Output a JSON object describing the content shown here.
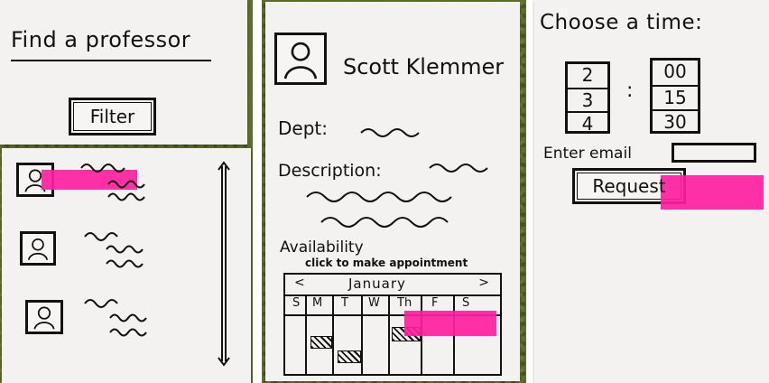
{
  "panels": {
    "find": {
      "title": "Find a professor",
      "filter_button": "Filter",
      "results_count": 3
    },
    "profile": {
      "name": "Scott Klemmer",
      "dept_label": "Dept:",
      "description_label": "Description:",
      "availability_label": "Availability",
      "click_hint": "click to make appointment",
      "calendar": {
        "prev": "<",
        "month": "January",
        "next": ">",
        "days": [
          "S",
          "M",
          "T",
          "W",
          "Th",
          "F",
          "S"
        ]
      }
    },
    "time": {
      "title": "Choose a time:",
      "hours": [
        "2",
        "3",
        "4"
      ],
      "colon": ":",
      "minutes": [
        "00",
        "15",
        "30"
      ],
      "email_label": "Enter email",
      "request_button": "Request"
    }
  },
  "colors": {
    "highlight": "#ff1ea0",
    "paper": "#f4f1f1",
    "background": "#5e6e2c"
  },
  "icons": [
    "person-icon",
    "scroll-arrow-up-icon",
    "scroll-arrow-down-icon"
  ]
}
